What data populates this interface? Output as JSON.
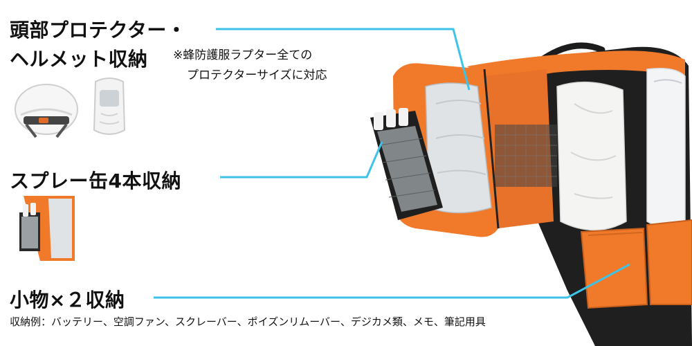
{
  "sections": {
    "head": {
      "title_line1": "頭部プロテクター・",
      "title_line2": "ヘルメット収納",
      "note_line1": "※蜂防護服ラプター全ての",
      "note_line2": "プロテクターサイズに対応"
    },
    "spray": {
      "title": "スプレー缶4本収納"
    },
    "small": {
      "title": "小物×２収納",
      "example": "収納例：バッテリー、空調ファン、スクレーバー、ポイズンリムーバー、デジカメ類、メモ、筆記用具"
    }
  },
  "colors": {
    "bag_orange": "#f07a2a",
    "leader_cyan": "#3ec3e8",
    "bag_black": "#1a1a1a"
  }
}
